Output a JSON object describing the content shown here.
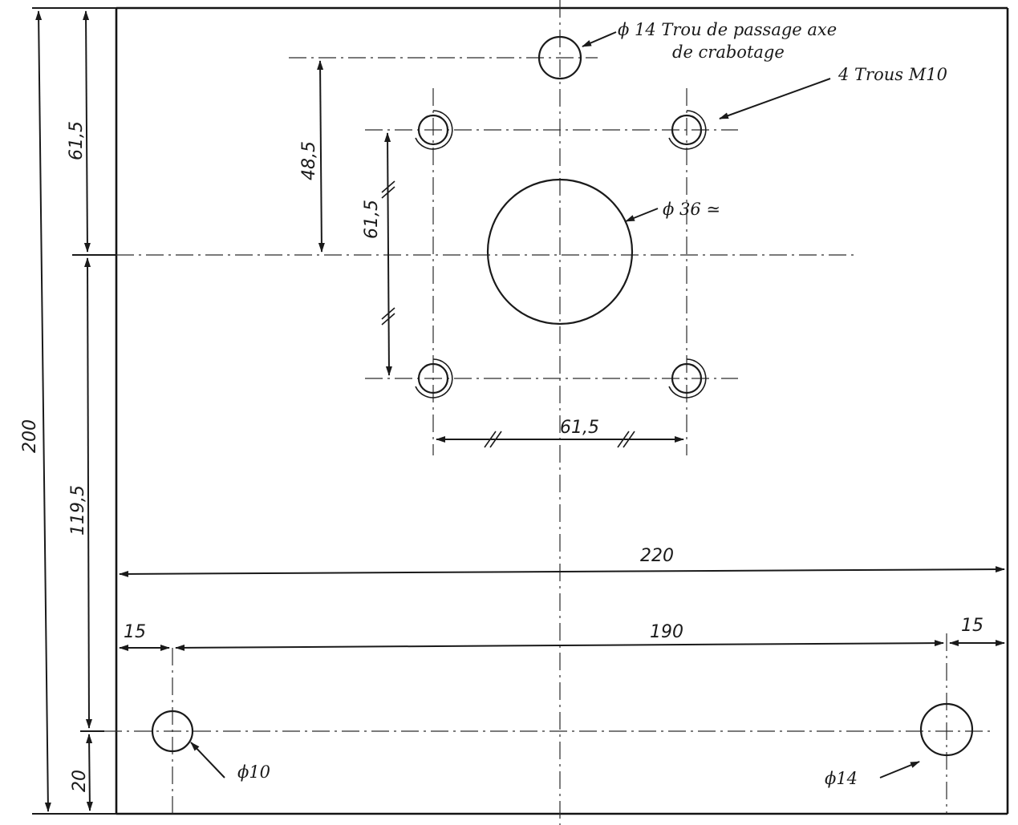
{
  "plate": {
    "overall_height": "200",
    "overall_width": "220",
    "hole_spacing_x": "190",
    "edge_offset_left": "15",
    "edge_offset_right": "15",
    "top_to_axis": "61,5",
    "axis_to_bottom": "119,5",
    "bottom_hole_offset": "20"
  },
  "pattern": {
    "square_vertical": "61,5",
    "square_horizontal": "61,5",
    "top_hole_to_axis": "48,5"
  },
  "callouts": {
    "top_hole_line1": "ϕ 14  Trou de passage  axe",
    "top_hole_line2": "de crabotage",
    "tapped_holes": "4 Trous M10",
    "center_bore": "ϕ 36 ≃",
    "bottom_left_hole": "ϕ10",
    "bottom_right_hole": "ϕ14"
  },
  "colors": {
    "ink": "#1a1a1a",
    "paper": "#ffffff"
  }
}
